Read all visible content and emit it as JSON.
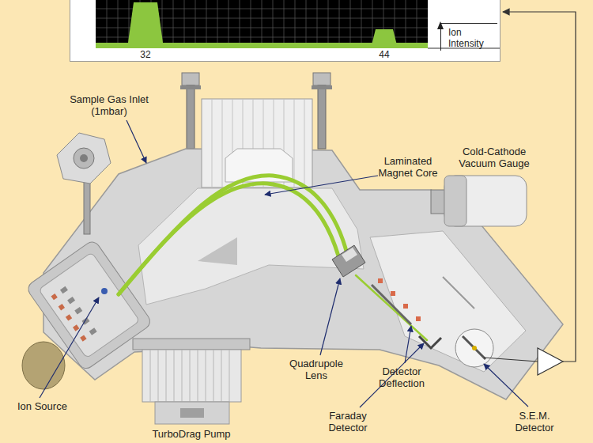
{
  "diagram": {
    "nodes": [
      {
        "text": [
          "32",
          "44"
        ]
      },
      {
        "text": [
          "Ion Intensity"
        ],
        "in": 0
      }
    ],
    "labels": [
      "Sample Gas Inlet (1mbar)",
      "Laminated Magnet Core",
      "Cold-Cathode Vacuum Gauge",
      "Quadrupole Lens",
      "Detector Deflection",
      "Faraday Detector",
      "S.E.M. Detector",
      "Ion Source",
      "TurboDrag Pump"
    ]
  }
}
